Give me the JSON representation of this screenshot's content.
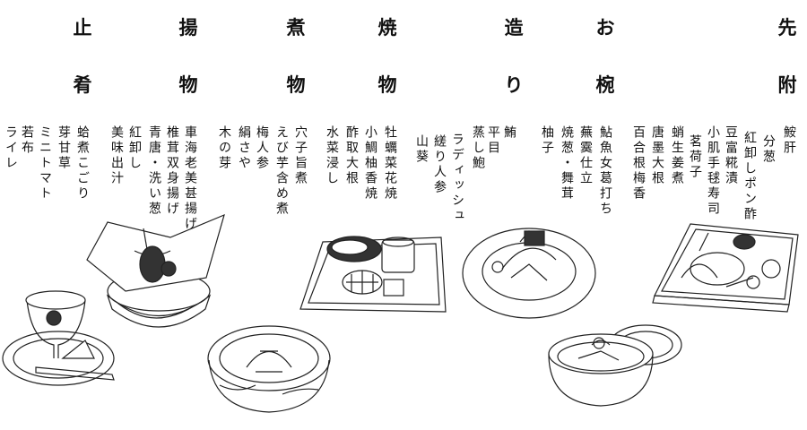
{
  "courses": [
    {
      "title": "先附",
      "items": [
        "鮟肝",
        "分葱",
        "紅卸しポン酢",
        "豆富糀漬",
        "小肌手毬寿司",
        "茗荷子",
        "蛸生姜煮",
        "唐墨大根",
        "百合根梅香"
      ]
    },
    {
      "title": "お椀",
      "items": [
        "鮎魚女葛打ち",
        "蕪霙仕立",
        "焼葱・舞茸",
        "柚子"
      ]
    },
    {
      "title": "造り",
      "items": [
        "鮪",
        "平目",
        "蒸し鮑",
        "ラディッシュ",
        "縒り人参",
        "山葵"
      ]
    },
    {
      "title": "焼物",
      "items": [
        "牡蠣菜花焼",
        "小鯛柚香焼",
        "酢取大根",
        "水菜浸し"
      ]
    },
    {
      "title": "煮物",
      "items": [
        "穴子旨煮",
        "えび芋含め煮",
        "梅人参",
        "絹さや",
        "木の芽"
      ]
    },
    {
      "title": "揚物",
      "items": [
        "車海老美甚揚げ",
        "椎茸双身揚げ",
        "青唐・洗い葱",
        "紅卸し",
        "美味出汁"
      ]
    },
    {
      "title": "止肴",
      "items": [
        "蛤煮こごり",
        "芽甘草",
        "ミニトマト",
        "若布",
        "ライレ"
      ]
    }
  ]
}
